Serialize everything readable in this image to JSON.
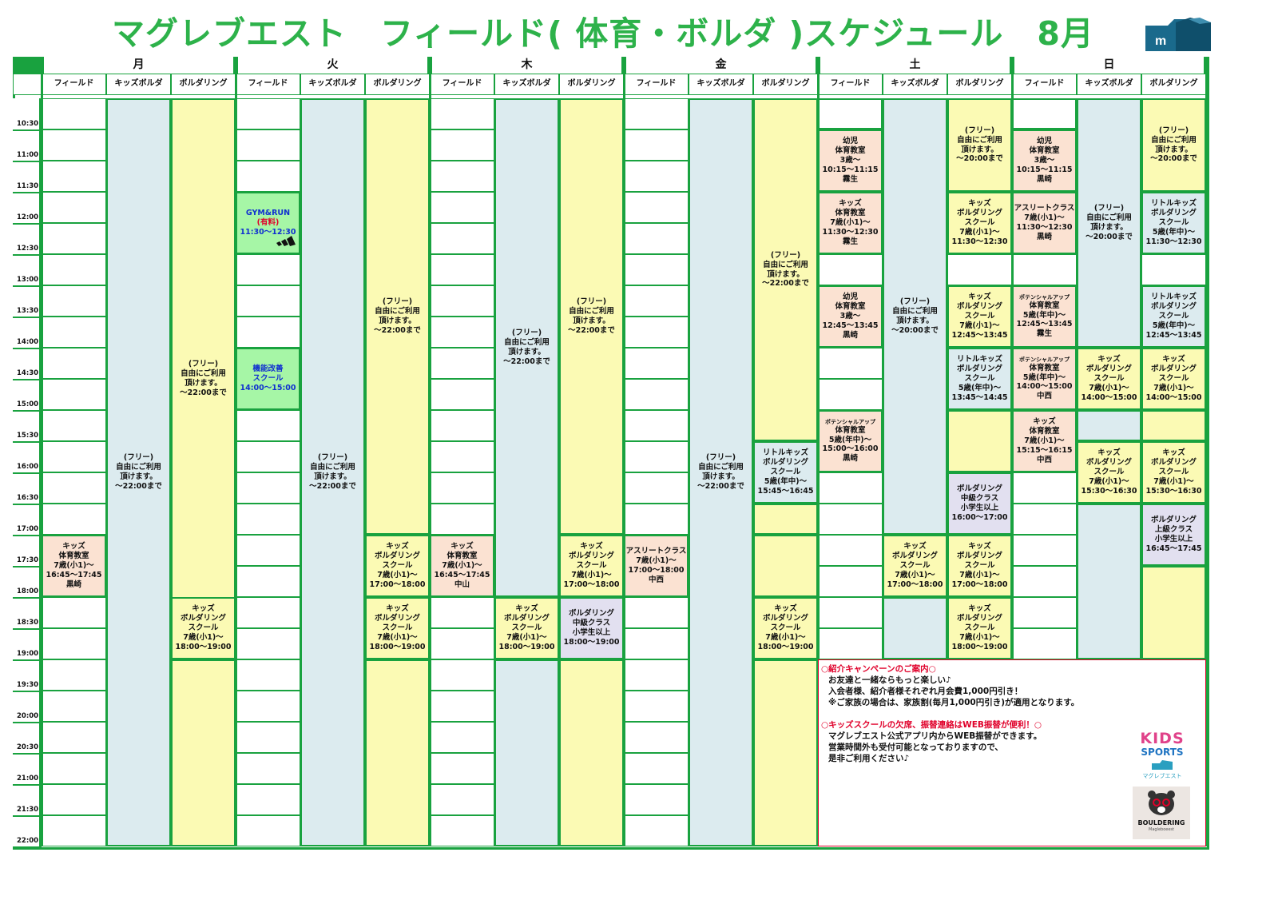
{
  "title": "マグレブエスト　フィールド( 体育・ボルダ )スケジュール　8月",
  "colors": {
    "border": "#19a23f",
    "blue_col": "#dcebef",
    "yellow_col": "#fbfab4",
    "field_bg": "#ffffff",
    "peach": "#fbe2d2",
    "green_event": "#a6f6a6",
    "lavender": "#e2e0f0",
    "red": "#e0002a",
    "title_green": "#2db24a"
  },
  "days": [
    "月",
    "火",
    "木",
    "金",
    "土",
    "日"
  ],
  "column_headers": [
    "フィールド",
    "キッズボルダ",
    "ボルダリング"
  ],
  "times": [
    "10:30",
    "11:00",
    "11:30",
    "12:00",
    "12:30",
    "13:00",
    "13:30",
    "14:00",
    "14:30",
    "15:00",
    "15:30",
    "16:00",
    "16:30",
    "17:00",
    "17:30",
    "18:00",
    "18:30",
    "19:00",
    "19:30",
    "20:00",
    "20:30",
    "21:00",
    "21:30",
    "22:00"
  ],
  "events": [
    {
      "col": 0,
      "row": 14,
      "rows": 2,
      "bg": "peach",
      "text": "キッズ\n体育教室\n7歳(小1)～\n16:45～17:45\n黒崎"
    },
    {
      "col": 1,
      "row": 0,
      "rows": 24,
      "bg": "blue_col",
      "text": "(フリー)\n自由にご利用\n頂けます。\n～22:00まで"
    },
    {
      "col": 2,
      "row": 0,
      "rows": 18,
      "bg": "yellow_col",
      "text": "(フリー)\n自由にご利用\n頂けます。\n～22:00まで"
    },
    {
      "col": 2,
      "row": 16,
      "rows": 2,
      "bg": "yellow_col",
      "text": "キッズ\nボルダリング\nスクール\n7歳(小1)～\n18:00～19:00"
    },
    {
      "col": 2,
      "row": 18,
      "rows": 6,
      "bg": "yellow_col",
      "text": ""
    },
    {
      "col": 3,
      "row": 3,
      "rows": 2,
      "bg": "green_event",
      "text": "GYM&RUN\n(有料)\n11:30～12:30",
      "blue": true
    },
    {
      "col": 3,
      "row": 8,
      "rows": 2,
      "bg": "green_event",
      "text": "機能改善\nスクール\n14:00～15:00",
      "blue": true
    },
    {
      "col": 4,
      "row": 0,
      "rows": 24,
      "bg": "blue_col",
      "text": "(フリー)\n自由にご利用\n頂けます。\n～22:00まで"
    },
    {
      "col": 5,
      "row": 0,
      "rows": 14,
      "bg": "yellow_col",
      "text": "(フリー)\n自由にご利用\n頂けます。\n～22:00まで"
    },
    {
      "col": 5,
      "row": 14,
      "rows": 2,
      "bg": "yellow_col",
      "text": "キッズ\nボルダリング\nスクール\n7歳(小1)～\n17:00～18:00"
    },
    {
      "col": 5,
      "row": 16,
      "rows": 2,
      "bg": "yellow_col",
      "text": "キッズ\nボルダリング\nスクール\n7歳(小1)～\n18:00～19:00"
    },
    {
      "col": 5,
      "row": 18,
      "rows": 6,
      "bg": "yellow_col",
      "text": ""
    },
    {
      "col": 6,
      "row": 14,
      "rows": 2,
      "bg": "peach",
      "text": "キッズ\n体育教室\n7歳(小1)～\n16:45～17:45\n中山"
    },
    {
      "col": 7,
      "row": 0,
      "rows": 16,
      "bg": "blue_col",
      "text": "(フリー)\n自由にご利用\n頂けます。\n～22:00まで"
    },
    {
      "col": 7,
      "row": 16,
      "rows": 2,
      "bg": "yellow_col",
      "text": "キッズ\nボルダリング\nスクール\n7歳(小1)～\n18:00～19:00"
    },
    {
      "col": 7,
      "row": 18,
      "rows": 6,
      "bg": "blue_col",
      "text": ""
    },
    {
      "col": 8,
      "row": 0,
      "rows": 14,
      "bg": "yellow_col",
      "text": "(フリー)\n自由にご利用\n頂けます。\n～22:00まで"
    },
    {
      "col": 8,
      "row": 14,
      "rows": 2,
      "bg": "yellow_col",
      "text": "キッズ\nボルダリング\nスクール\n7歳(小1)～\n17:00～18:00"
    },
    {
      "col": 8,
      "row": 16,
      "rows": 2,
      "bg": "lavender",
      "text": "ボルダリング\n中級クラス\n小学生以上\n18:00～19:00"
    },
    {
      "col": 8,
      "row": 18,
      "rows": 6,
      "bg": "yellow_col",
      "text": ""
    },
    {
      "col": 9,
      "row": 14,
      "rows": 2,
      "bg": "peach",
      "text": "アスリートクラス\n7歳(小1)～\n17:00～18:00\n中西"
    },
    {
      "col": 10,
      "row": 0,
      "rows": 24,
      "bg": "blue_col",
      "text": "(フリー)\n自由にご利用\n頂けます。\n～22:00まで"
    },
    {
      "col": 11,
      "row": 0,
      "rows": 11,
      "bg": "yellow_col",
      "text": "(フリー)\n自由にご利用\n頂けます。\n～22:00まで"
    },
    {
      "col": 11,
      "row": 11,
      "rows": 2,
      "bg": "blue_col",
      "text": "リトルキッズ\nボルダリング\nスクール\n5歳(年中)～\n15:45～16:45"
    },
    {
      "col": 11,
      "row": 13,
      "rows": 1,
      "bg": "yellow_col",
      "text": ""
    },
    {
      "col": 11,
      "row": 14,
      "rows": 2,
      "bg": "yellow_col",
      "text": ""
    },
    {
      "col": 11,
      "row": 16,
      "rows": 2,
      "bg": "yellow_col",
      "text": "キッズ\nボルダリング\nスクール\n7歳(小1)～\n18:00～19:00"
    },
    {
      "col": 11,
      "row": 18,
      "rows": 6,
      "bg": "yellow_col",
      "text": ""
    },
    {
      "col": 12,
      "row": 0,
      "rows": 1,
      "bg": "field_bg",
      "text": ""
    },
    {
      "col": 12,
      "row": 1,
      "rows": 2,
      "bg": "peach",
      "text": "幼児\n体育教室\n3歳～\n10:15～11:15\n霧生"
    },
    {
      "col": 12,
      "row": 3,
      "rows": 2,
      "bg": "peach",
      "text": "キッズ\n体育教室\n7歳(小1)～\n11:30～12:30\n霧生"
    },
    {
      "col": 12,
      "row": 6,
      "rows": 2,
      "bg": "peach",
      "text": "幼児\n体育教室\n3歳～\n12:45～13:45\n黒崎"
    },
    {
      "col": 12,
      "row": 10,
      "rows": 2,
      "bg": "peach",
      "text": "ポテンシャルアップ\n体育教室\n5歳(年中)～\n15:00～16:00\n黒崎",
      "first_small": true
    },
    {
      "col": 13,
      "row": 0,
      "rows": 14,
      "bg": "blue_col",
      "text": "(フリー)\n自由にご利用\n頂けます。\n～20:00まで"
    },
    {
      "col": 13,
      "row": 14,
      "rows": 2,
      "bg": "yellow_col",
      "text": "キッズ\nボルダリング\nスクール\n7歳(小1)～\n17:00～18:00"
    },
    {
      "col": 13,
      "row": 16,
      "rows": 2,
      "bg": "blue_col",
      "text": ""
    },
    {
      "col": 14,
      "row": 0,
      "rows": 3,
      "bg": "yellow_col",
      "text": "(フリー)\n自由にご利用\n頂けます。\n～20:00まで"
    },
    {
      "col": 14,
      "row": 3,
      "rows": 2,
      "bg": "yellow_col",
      "text": "キッズ\nボルダリング\nスクール\n7歳(小1)～\n11:30～12:30"
    },
    {
      "col": 14,
      "row": 6,
      "rows": 2,
      "bg": "yellow_col",
      "text": "キッズ\nボルダリング\nスクール\n7歳(小1)～\n12:45～13:45"
    },
    {
      "col": 14,
      "row": 8,
      "rows": 2,
      "bg": "blue_col",
      "text": "リトルキッズ\nボルダリング\nスクール\n5歳(年中)～\n13:45～14:45"
    },
    {
      "col": 14,
      "row": 10,
      "rows": 2,
      "bg": "yellow_col",
      "text": ""
    },
    {
      "col": 14,
      "row": 12,
      "rows": 2,
      "bg": "lavender",
      "text": "ボルダリング\n中級クラス\n小学生以上\n16:00～17:00"
    },
    {
      "col": 14,
      "row": 14,
      "rows": 2,
      "bg": "yellow_col",
      "text": "キッズ\nボルダリング\nスクール\n7歳(小1)～\n17:00～18:00"
    },
    {
      "col": 14,
      "row": 16,
      "rows": 2,
      "bg": "yellow_col",
      "text": "キッズ\nボルダリング\nスクール\n7歳(小1)～\n18:00～19:00"
    },
    {
      "col": 15,
      "row": 0,
      "rows": 1,
      "bg": "field_bg",
      "text": ""
    },
    {
      "col": 15,
      "row": 1,
      "rows": 2,
      "bg": "peach",
      "text": "幼児\n体育教室\n3歳～\n10:15～11:15\n黒崎"
    },
    {
      "col": 15,
      "row": 3,
      "rows": 2,
      "bg": "peach",
      "text": "アスリートクラス\n7歳(小1)～\n11:30～12:30\n黒崎"
    },
    {
      "col": 15,
      "row": 6,
      "rows": 2,
      "bg": "peach",
      "text": "ポテンシャルアップ\n体育教室\n5歳(年中)～\n12:45～13:45\n霧生",
      "first_small": true
    },
    {
      "col": 15,
      "row": 8,
      "rows": 2,
      "bg": "peach",
      "text": "ポテンシャルアップ\n体育教室\n5歳(年中)～\n14:00～15:00\n中西",
      "first_small": true
    },
    {
      "col": 15,
      "row": 10,
      "rows": 2,
      "bg": "peach",
      "text": "キッズ\n体育教室\n7歳(小1)～\n15:15～16:15\n中西"
    },
    {
      "col": 16,
      "row": 0,
      "rows": 8,
      "bg": "blue_col",
      "text": "(フリー)\n自由にご利用\n頂けます。\n～20:00まで"
    },
    {
      "col": 16,
      "row": 8,
      "rows": 2,
      "bg": "yellow_col",
      "text": "キッズ\nボルダリング\nスクール\n7歳(小1)～\n14:00～15:00"
    },
    {
      "col": 16,
      "row": 10,
      "rows": 1,
      "bg": "blue_col",
      "text": ""
    },
    {
      "col": 16,
      "row": 11,
      "rows": 2,
      "bg": "yellow_col",
      "text": "キッズ\nボルダリング\nスクール\n7歳(小1)～\n15:30～16:30"
    },
    {
      "col": 16,
      "row": 13,
      "rows": 5,
      "bg": "blue_col",
      "text": ""
    },
    {
      "col": 17,
      "row": 0,
      "rows": 3,
      "bg": "yellow_col",
      "text": "(フリー)\n自由にご利用\n頂けます。\n～20:00まで"
    },
    {
      "col": 17,
      "row": 3,
      "rows": 2,
      "bg": "blue_col",
      "text": "リトルキッズ\nボルダリング\nスクール\n5歳(年中)～\n11:30～12:30"
    },
    {
      "col": 17,
      "row": 6,
      "rows": 2,
      "bg": "blue_col",
      "text": "リトルキッズ\nボルダリング\nスクール\n5歳(年中)～\n12:45～13:45"
    },
    {
      "col": 17,
      "row": 8,
      "rows": 2,
      "bg": "yellow_col",
      "text": "キッズ\nボルダリング\nスクール\n7歳(小1)～\n14:00～15:00"
    },
    {
      "col": 17,
      "row": 10,
      "rows": 1,
      "bg": "yellow_col",
      "text": ""
    },
    {
      "col": 17,
      "row": 11,
      "rows": 2,
      "bg": "yellow_col",
      "text": "キッズ\nボルダリング\nスクール\n7歳(小1)～\n15:30～16:30"
    },
    {
      "col": 17,
      "row": 13,
      "rows": 2,
      "bg": "lavender",
      "text": "ボルダリング\n上級クラス\n小学生以上\n16:45～17:45"
    },
    {
      "col": 17,
      "row": 15,
      "rows": 3,
      "bg": "yellow_col",
      "text": ""
    }
  ],
  "notice": {
    "line1": "○紹介キャンペーンのご案内○",
    "line2": "お友達と一緒ならもっと楽しい♪",
    "line3": "入会者様、紹介者様それぞれ月会費1,000円引き！",
    "line4": "※ご家族の場合は、家族割(毎月1,000円引き)が適用となります。",
    "line5": "○キッズスクールの欠席、振替連絡はWEB振替が便利！○",
    "line6": "マグレブエスト公式アプリ内からWEB振替ができます。",
    "line7": "営業時間外も受付可能となっておりますので、",
    "line8": "是非ご利用ください♪"
  },
  "logos": {
    "kids_sports_1": "KIDS",
    "kids_sports_2": "SPORTS",
    "kids_sports_brand": "マグレブエスト",
    "bouldering": "BOULDERING",
    "bouldering_sub": "Magleboeest",
    "header_logo_letter": "m"
  }
}
